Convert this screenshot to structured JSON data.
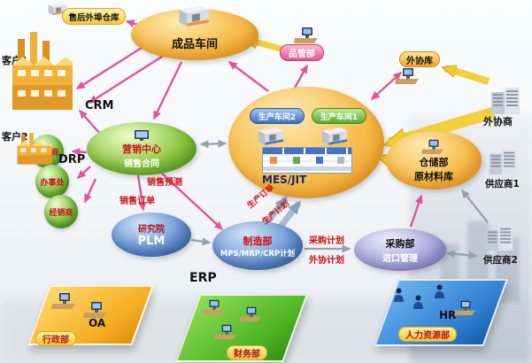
{
  "nodes": {
    "aftersales_warehouse": {
      "label": "售后外埠仓库"
    },
    "finished_workshop": {
      "label": "成品车间"
    },
    "quality_dept": {
      "label": "品管部"
    },
    "external_warehouse": {
      "label": "外协库"
    },
    "customer1": {
      "label": "客户1"
    },
    "customer2": {
      "label": "客户2"
    },
    "crm": {
      "label": "CRM"
    },
    "drp": {
      "label": "DRP"
    },
    "agent": {
      "label": "代理商"
    },
    "office": {
      "label": "办事处"
    },
    "distributor": {
      "label": "经销商"
    },
    "marketing_center": {
      "label": "营销中心",
      "sub": "销售合同"
    },
    "production_workshop2": {
      "label": "生产车间2"
    },
    "production_workshop1": {
      "label": "生产车间1"
    },
    "mes": {
      "label": "MES/JIT"
    },
    "outsource_partner": {
      "label": "外协商"
    },
    "warehouse_dept": {
      "label": "仓储部",
      "sub": "原材料库"
    },
    "supplier1": {
      "label": "供应商1"
    },
    "supplier2": {
      "label": "供应商2"
    },
    "research_institute": {
      "label": "研究院",
      "sub": "PLM"
    },
    "manufacturing_dept": {
      "label": "制造部",
      "sub": "MPS/MRP/CRP计划"
    },
    "purchasing_dept": {
      "label": "采购部",
      "sub": "进口管理"
    },
    "erp": {
      "label": "ERP"
    },
    "oa": {
      "label": "OA",
      "dept": "行政部"
    },
    "finance": {
      "dept": "财务部"
    },
    "hr": {
      "label": "HR",
      "dept": "人力资源部"
    }
  },
  "flow_labels": {
    "sales_forecast": "销售预测",
    "sales_order": "销售订单",
    "production_order": "生产订单",
    "production_plan": "生产计划",
    "purchase_plan": "采购计划",
    "outsource_plan": "外协计划"
  },
  "icons": {
    "factory": "factory-icon",
    "warehouse_box": "warehouse-box-icon",
    "workstation": "workstation-icon",
    "office_building": "office-building-icon",
    "monitor": "monitor-icon",
    "person": "person-icon"
  },
  "colors": {
    "ellipse_orange": "#f2a93b",
    "ellipse_green": "#7cc142",
    "ellipse_blue": "#4f81c7",
    "ellipse_lavender": "#9f9fd8",
    "platform_orange": "#f5b32a",
    "platform_green": "#4db524",
    "platform_blue": "#2e7ed2",
    "arrow_pink": "#e0559c",
    "arrow_gray": "#94a2ad",
    "arrow_yellow": "#f0cd30",
    "arrow_blue": "#8aa0c0",
    "text_red": "#cc1111",
    "text_navy": "#16257a"
  }
}
